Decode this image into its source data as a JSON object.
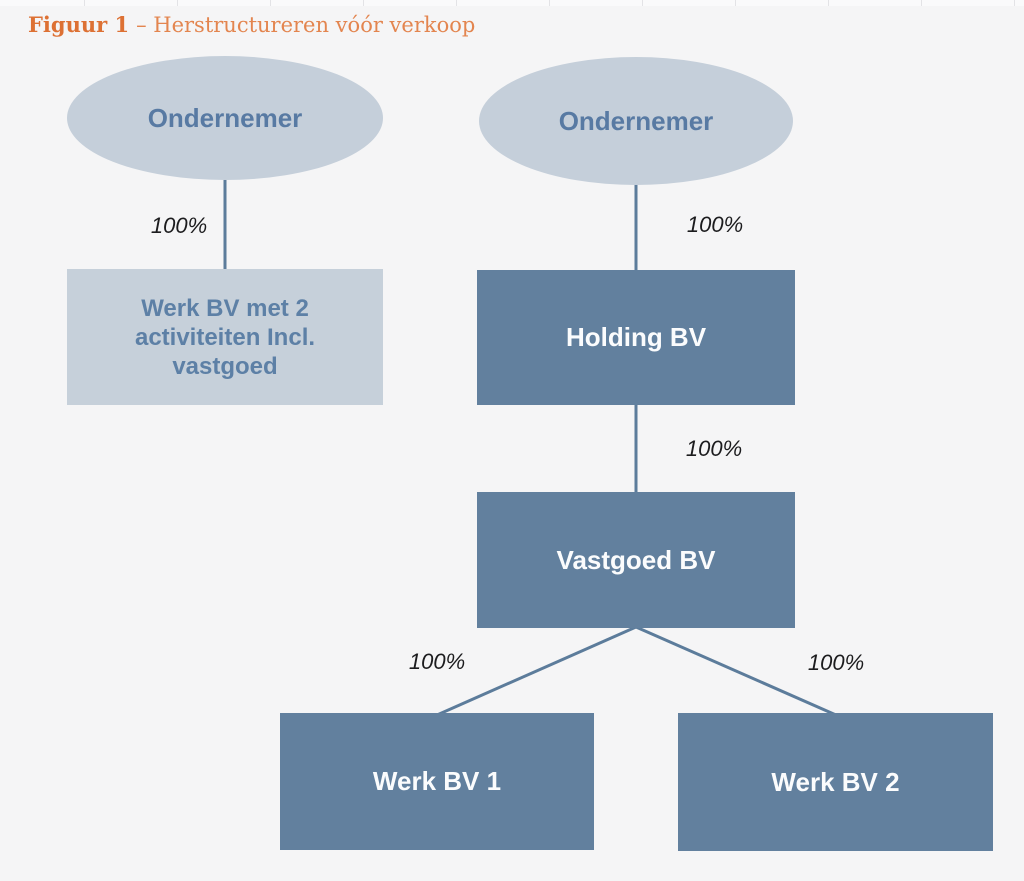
{
  "figure": {
    "label": "Figuur 1",
    "caption": "– Herstructureren vóór verkoop"
  },
  "before": {
    "owner": "Ondernemer",
    "share": "100%",
    "company": "Werk BV met 2 activiteiten Incl. vastgoed"
  },
  "after": {
    "owner": "Ondernemer",
    "holding": {
      "share": "100%",
      "label": "Holding BV"
    },
    "vastgoed": {
      "share": "100%",
      "label": "Vastgoed BV"
    },
    "werk1": {
      "share": "100%",
      "label": "Werk BV 1"
    },
    "werk2": {
      "share": "100%",
      "label": "Werk BV 2"
    }
  },
  "colors": {
    "background": "#f5f5f6",
    "accent_orange_bold": "#dd7134",
    "accent_orange_regular": "#e3854f",
    "node_light_fill": "#c6d0da",
    "node_dark_fill": "#62809e",
    "connector_line": "#5c7c9b",
    "label_blue_text": "#5d80a6",
    "box_white_text": "#fbfcfd",
    "share_label_text": "#1c1c1e"
  }
}
